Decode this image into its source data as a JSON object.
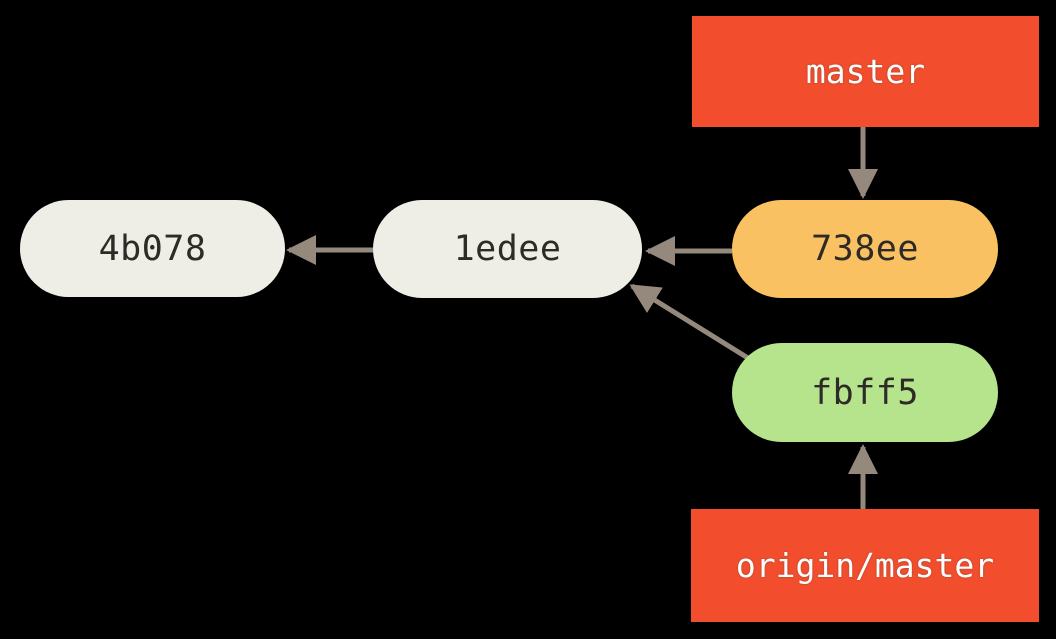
{
  "diagram": {
    "type": "git-commit-graph",
    "background": "#000000",
    "arrow_color": "#94897C",
    "node_text_color": "#2E2B26",
    "ref_text_color": "#FFFFFF",
    "nodes": [
      {
        "id": "4b078",
        "label": "4b078",
        "fill": "#EFEEE6"
      },
      {
        "id": "1edee",
        "label": "1edee",
        "fill": "#EFEEE6"
      },
      {
        "id": "738ee",
        "label": "738ee",
        "fill": "#FAC162"
      },
      {
        "id": "fbff5",
        "label": "fbff5",
        "fill": "#B5E48C"
      }
    ],
    "refs": [
      {
        "id": "master",
        "label": "master",
        "fill": "#F24E2D",
        "points_to": "738ee"
      },
      {
        "id": "origin-master",
        "label": "origin/master",
        "fill": "#F24E2D",
        "points_to": "fbff5"
      }
    ],
    "edges": [
      {
        "from": "1edee",
        "to": "4b078"
      },
      {
        "from": "738ee",
        "to": "1edee"
      },
      {
        "from": "fbff5",
        "to": "1edee"
      },
      {
        "from": "master",
        "to": "738ee"
      },
      {
        "from": "origin/master",
        "to": "fbff5"
      }
    ]
  }
}
